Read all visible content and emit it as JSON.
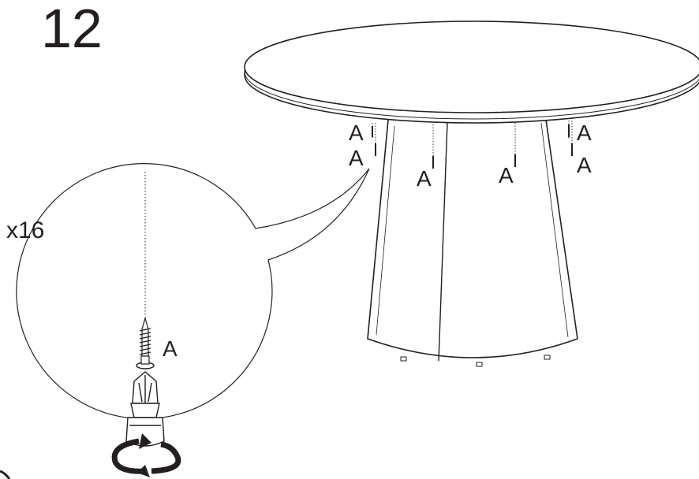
{
  "step_number": "12",
  "quantity": "x16",
  "part_label": "A",
  "colors": {
    "line": "#231f20",
    "background": "#ffffff"
  },
  "icons": [
    "screw-icon",
    "screwdriver-icon",
    "rotate-arrows-icon"
  ]
}
